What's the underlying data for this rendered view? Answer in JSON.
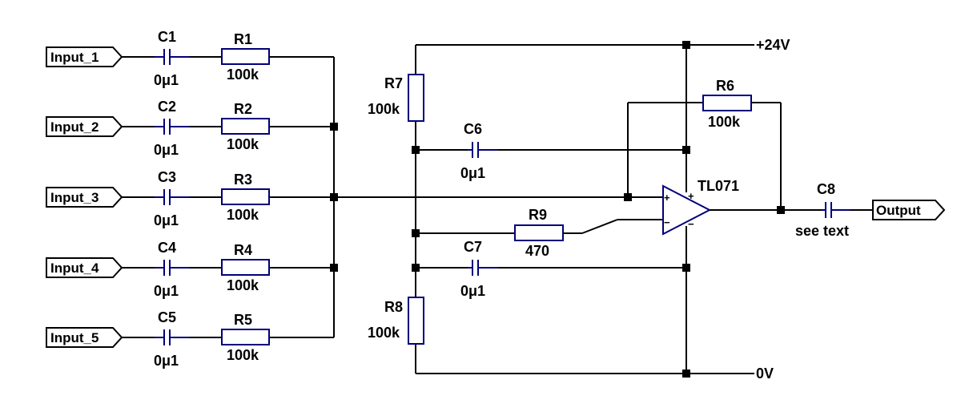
{
  "inputs": [
    {
      "port": "Input_1",
      "cap_name": "C1",
      "cap_value": "0μ1",
      "res_name": "R1",
      "res_value": "100k"
    },
    {
      "port": "Input_2",
      "cap_name": "C2",
      "cap_value": "0μ1",
      "res_name": "R2",
      "res_value": "100k"
    },
    {
      "port": "Input_3",
      "cap_name": "C3",
      "cap_value": "0μ1",
      "res_name": "R3",
      "res_value": "100k"
    },
    {
      "port": "Input_4",
      "cap_name": "C4",
      "cap_value": "0μ1",
      "res_name": "R4",
      "res_value": "100k"
    },
    {
      "port": "Input_5",
      "cap_name": "C5",
      "cap_value": "0μ1",
      "res_name": "R5",
      "res_value": "100k"
    }
  ],
  "r7": {
    "name": "R7",
    "value": "100k"
  },
  "r8": {
    "name": "R8",
    "value": "100k"
  },
  "r6": {
    "name": "R6",
    "value": "100k"
  },
  "r9": {
    "name": "R9",
    "value": "470"
  },
  "c6": {
    "name": "C6",
    "value": "0μ1"
  },
  "c7": {
    "name": "C7",
    "value": "0μ1"
  },
  "c8": {
    "name": "C8",
    "value": "see text"
  },
  "opamp": {
    "name": "TL071",
    "plus": "+",
    "minus": "−"
  },
  "supply": {
    "positive": "+24V",
    "ground": "0V"
  },
  "output_port": "Output",
  "colors": {
    "wire": "#000000",
    "component": "#00007a"
  }
}
